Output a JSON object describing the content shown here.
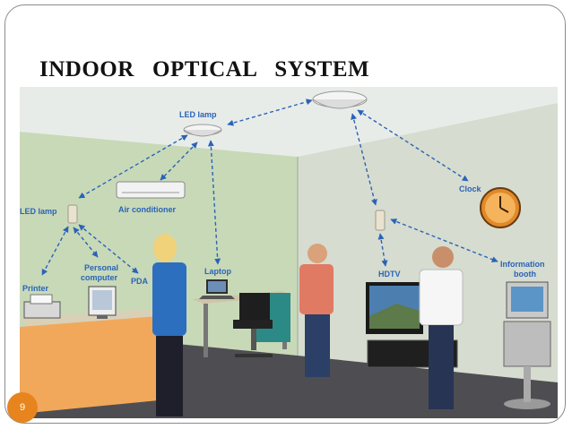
{
  "slide": {
    "title": "INDOOR   OPTICAL   SYSTEM",
    "page_number": "9"
  },
  "labels": {
    "led_lamp_top": "LED lamp",
    "led_lamp_left": "LED lamp",
    "air_conditioner": "Air conditioner",
    "printer": "Printer",
    "personal_computer_line1": "Personal",
    "personal_computer_line2": "computer",
    "pda": "PDA",
    "laptop": "Laptop",
    "clock": "Clock",
    "hdtv": "HDTV",
    "information_booth_line1": "Information",
    "information_booth_line2": "booth"
  },
  "colors": {
    "link_arrow": "#2a63b8",
    "label_text": "#2a63b8",
    "badge": "#e8841e",
    "wall_left": "#c8d9b8",
    "wall_right": "#d6dccf",
    "floor": "#4e4e52"
  }
}
